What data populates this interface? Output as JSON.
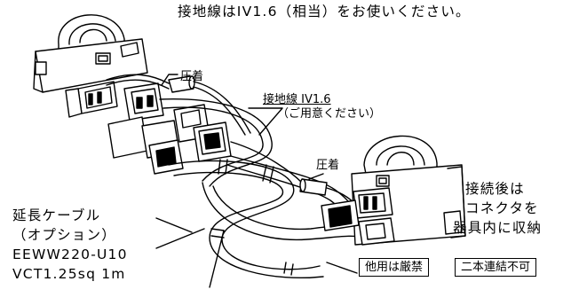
{
  "header_note": "接地線はIV1.6（相当）をお使いください。",
  "labels": {
    "crimp_top": "圧着",
    "ground_wire": "接地線 IV1.6",
    "ground_wire_note": "（ご用意ください）",
    "crimp_right": "圧着",
    "after_connect_1": "接続後は",
    "after_connect_2": "コネクタを",
    "after_connect_3": "器具内に収納",
    "extension_cable": "延長ケーブル",
    "option": "（オプション）",
    "model": "EEWW220-U10",
    "cable_spec": "VCT1.25sq 1m"
  },
  "notices": {
    "no_other_use": "他用は厳禁",
    "no_double_link": "二本連結不可"
  }
}
